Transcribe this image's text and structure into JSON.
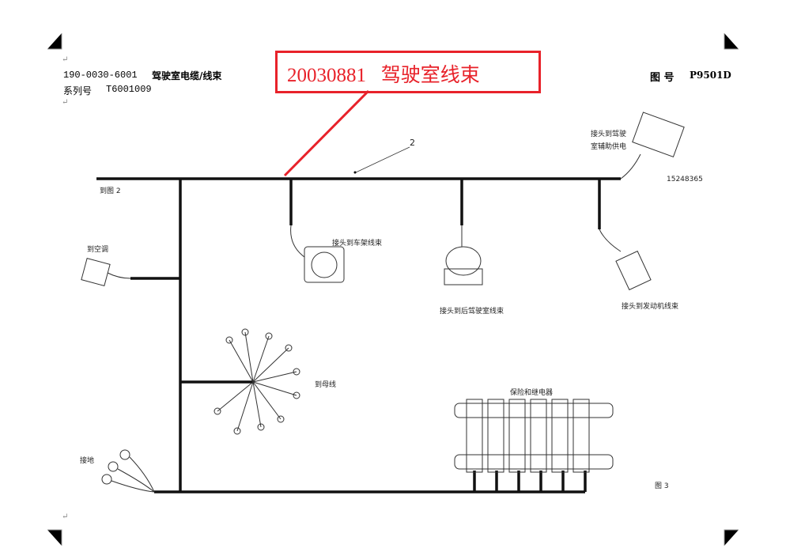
{
  "header": {
    "part_number": "190-0030-6001",
    "part_name": "驾驶室电缆/线束",
    "series_label": "系列号",
    "series_value": "T6001009",
    "drawing_label": "图 号",
    "drawing_number": "P9501D"
  },
  "callout": {
    "text": "20030881   驾驶室线束",
    "color": "#e8222a"
  },
  "diagram": {
    "item_number": "2",
    "labels": {
      "to_fig2": "到图 2",
      "to_ac": "到空调",
      "to_frame": "接头到车架线束",
      "to_rear_cab": "接头到后驾驶室线束",
      "to_engine": "接头到发动机线束",
      "to_cab_aux_power_1": "接头到驾驶",
      "to_cab_aux_power_2": "室辅助供电",
      "connector_number": "15248365",
      "to_busbar": "到母线",
      "fuse_relay": "保险和继电器",
      "ground": "接地",
      "figure": "图 3"
    }
  }
}
